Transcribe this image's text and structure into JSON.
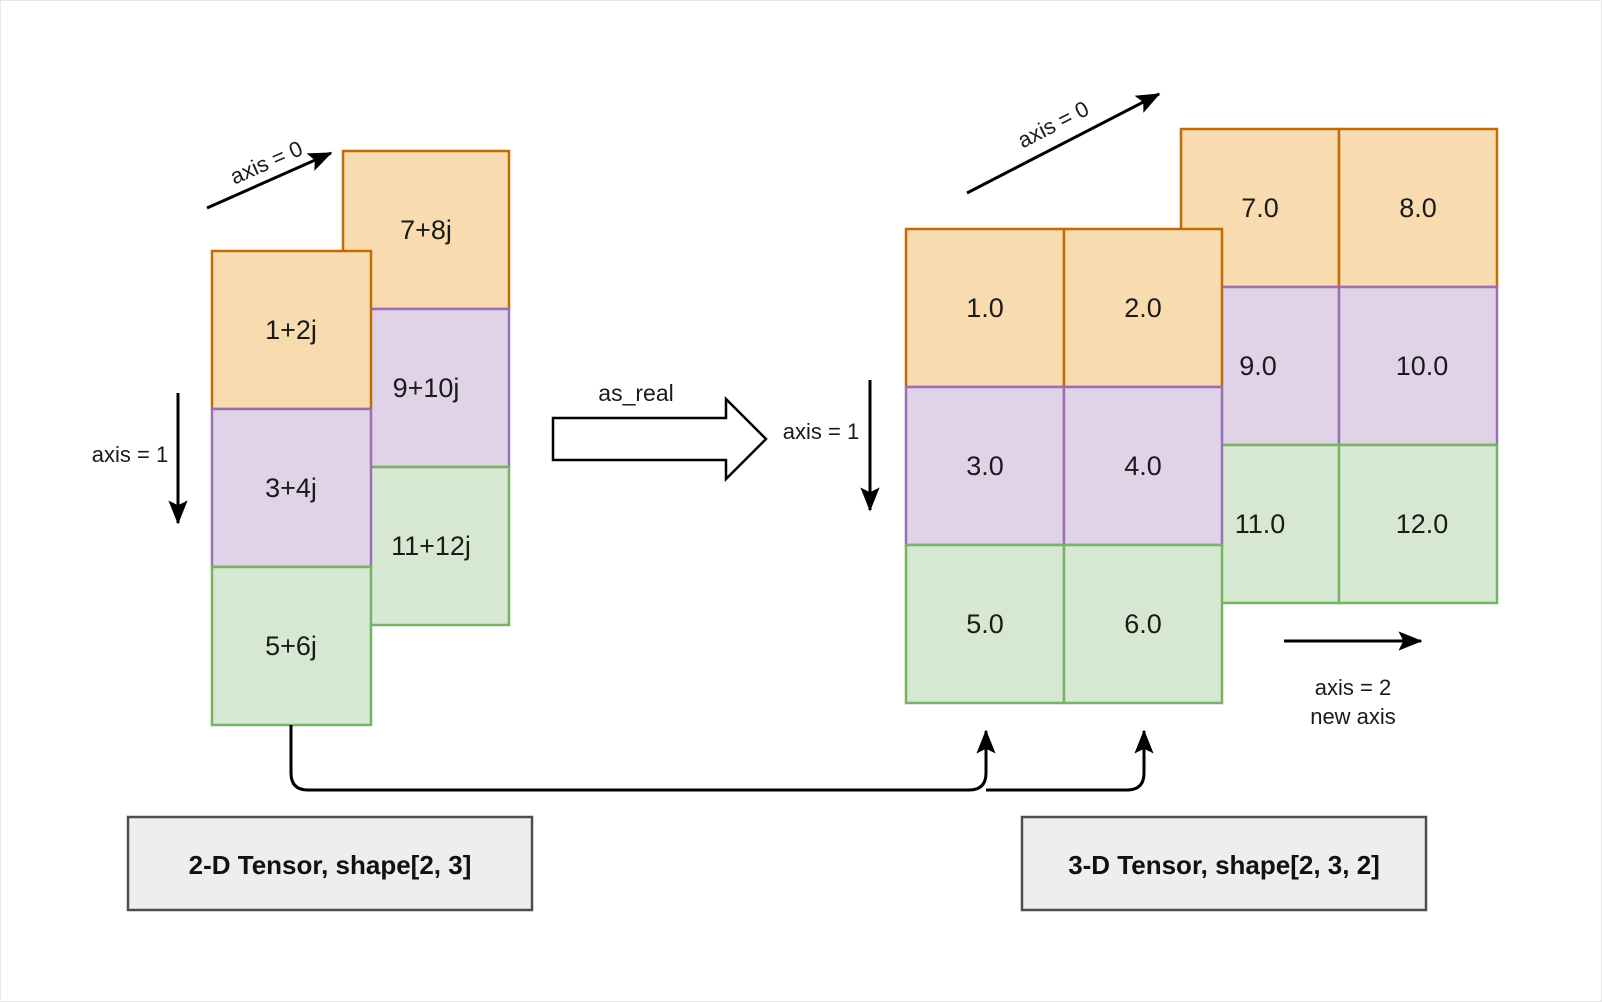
{
  "diagram": {
    "title_semantic": "torch-view-as-real-tensor-diagram",
    "operation_label": "as_real",
    "colors": {
      "orange_fill": "#F8DCAF",
      "orange_stroke": "#C26A06",
      "purple_fill": "#E0D3E8",
      "purple_stroke": "#9A70B0",
      "green_fill": "#D6E8D2",
      "green_stroke": "#78B265",
      "line": "#000000",
      "caption_fill": "#EEEEEE",
      "caption_stroke": "#4D4D52",
      "text": "#1A1A1A",
      "page_border": "#E8E8E8"
    },
    "left": {
      "caption": "2-D Tensor, shape[2, 3]",
      "axis0_label": "axis = 0",
      "axis1_label": "axis = 1",
      "front_cells": [
        {
          "value": "1+2j",
          "color": "orange"
        },
        {
          "value": "3+4j",
          "color": "purple"
        },
        {
          "value": "5+6j",
          "color": "green"
        }
      ],
      "back_cells": [
        {
          "value": "7+8j",
          "color": "orange"
        },
        {
          "value": "9+10j",
          "color": "purple"
        },
        {
          "value": "11+12j",
          "color": "green"
        }
      ]
    },
    "right": {
      "caption": "3-D Tensor, shape[2, 3, 2]",
      "axis0_label": "axis = 0",
      "axis1_label": "axis = 1",
      "axis2_label": "axis = 2",
      "axis2_sublabel": "new axis",
      "front_rows": [
        {
          "color": "orange",
          "values": [
            "1.0",
            "2.0"
          ]
        },
        {
          "color": "purple",
          "values": [
            "3.0",
            "4.0"
          ]
        },
        {
          "color": "green",
          "values": [
            "5.0",
            "6.0"
          ]
        }
      ],
      "back_rows": [
        {
          "color": "orange",
          "values": [
            "7.0",
            "8.0"
          ]
        },
        {
          "color": "purple",
          "values": [
            "9.0",
            "10.0"
          ]
        },
        {
          "color": "green",
          "values": [
            "11.0",
            "12.0"
          ]
        }
      ]
    }
  }
}
